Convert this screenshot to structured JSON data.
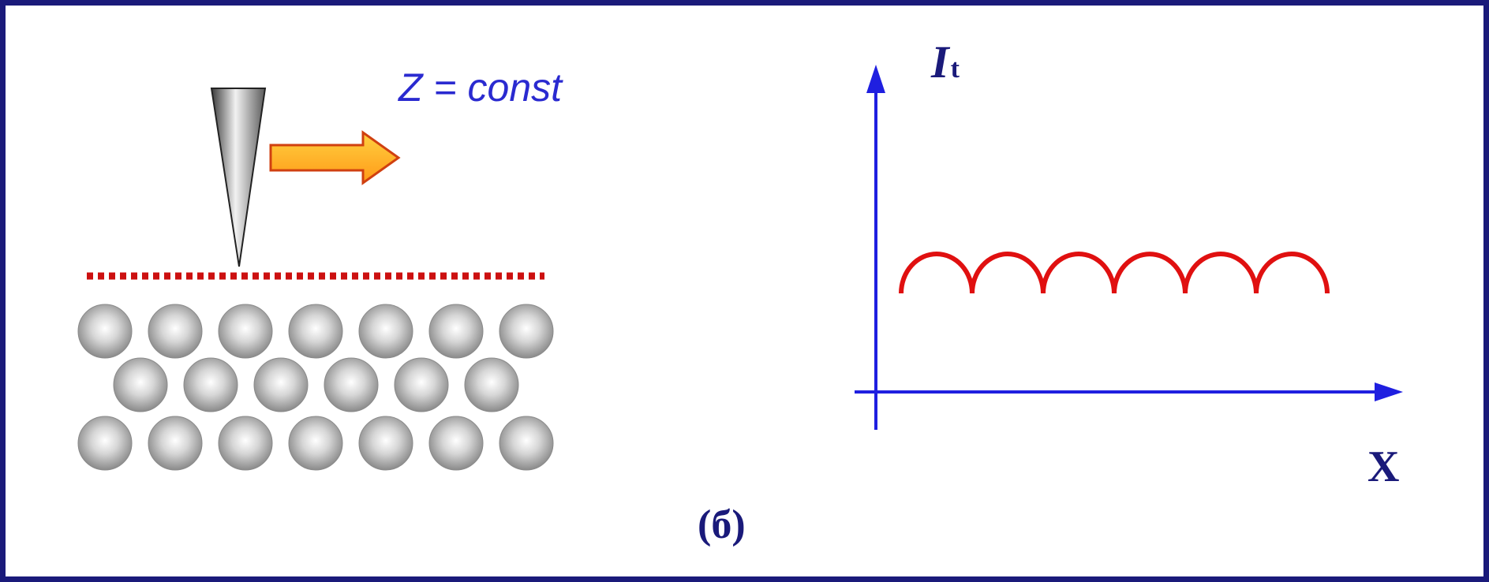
{
  "labels": {
    "z_const": "Z = const",
    "caption": "(б)",
    "y_axis_main": "I",
    "y_axis_sub": "t",
    "x_axis": "X"
  },
  "colors": {
    "frame": "#1a1a7a",
    "axes": "#1f1fe0",
    "current_curve": "#e01010",
    "dotted_line": "#cc1010",
    "arrow_fill": "#ffb020",
    "atom": "#9a9a9a"
  },
  "atoms": {
    "rows": [
      7,
      6,
      7
    ]
  },
  "current_curve": {
    "arches": 6
  }
}
